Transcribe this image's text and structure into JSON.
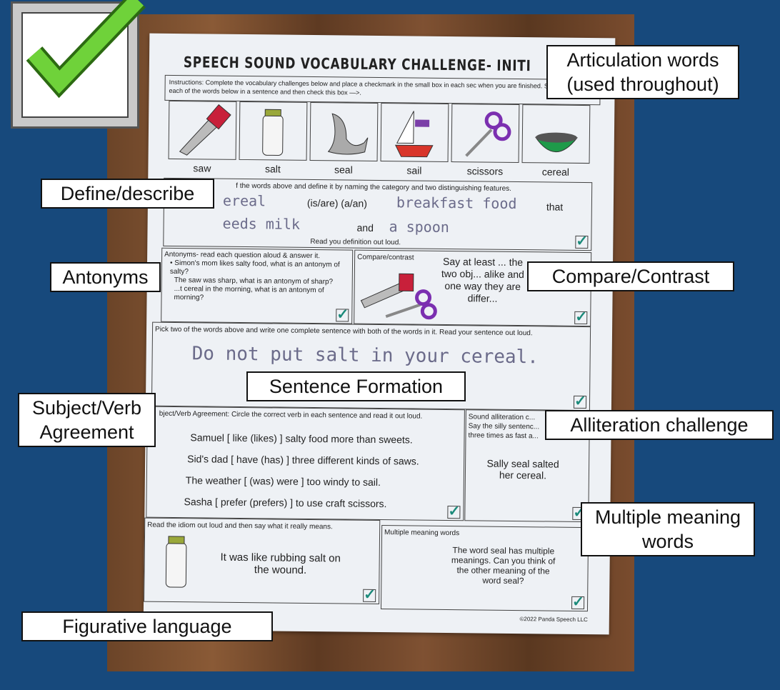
{
  "labels": {
    "articulation": "Articulation words (used throughout)",
    "define": "Define/describe",
    "antonyms": "Antonyms",
    "compare": "Compare/Contrast",
    "sentence": "Sentence Formation",
    "subject_verb": "Subject/Verb Agreement",
    "alliteration": "Alliteration challenge",
    "multiple": "Multiple meaning words",
    "figurative": "Figurative language"
  },
  "worksheet": {
    "title": "SPEECH SOUND VOCABULARY CHALLENGE- INITI",
    "instructions": "Instructions: Complete the vocabulary challenges below and place a checkmark in the small box in each sec when you are finished. Start by saying each of the words below in a sentence and then check this box —>.",
    "words": [
      "saw",
      "salt",
      "seal",
      "sail",
      "scissors",
      "cereal"
    ],
    "define_prompt": "f the words above and define it by naming the category and two distinguishing features.",
    "define_answer1": "ereal",
    "define_isare": "(is/are) (a/an)",
    "define_answer2": "breakfast food",
    "define_that": "that",
    "define_answer3": "eeds milk",
    "define_and": "and",
    "define_answer4": "a spoon",
    "define_read": "Read you definition out loud.",
    "antonyms_title": "Antonyms- read each question aloud & answer it.",
    "antonyms_q": [
      "• Simon's mom likes salty food, what is an antonym of salty?",
      "The saw was sharp, what is an antonym of sharp?",
      "...t cereal in the morning, what is an antonym of morning?"
    ],
    "compare_title": "Compare/contrast",
    "compare_text": "Say at least ... the two obj... alike and one way they are differ...",
    "sentence_prompt": "Pick two of the words above and write one complete sentence with both of the words in it. Read your sentence out loud.",
    "sentence_answer": "Do not put salt in your cereal.",
    "sv_title": "bject/Verb Agreement: Circle the correct verb in each sentence and read it out loud.",
    "sv_sentences": [
      "Samuel [ like (likes) ] salty food more than sweets.",
      "Sid's dad [ have (has) ] three different kinds of saws.",
      "The weather [ (was) were ] too windy to sail.",
      "Sasha [ prefer (prefers) ] to use craft scissors."
    ],
    "allit_title": "Sound alliteration c... Say the silly sentenc... three times as fast a...",
    "allit_text": "Sally seal salted her cereal.",
    "idiom_title": "Read the idiom out loud and then say what it really means.",
    "idiom_text": "It was like rubbing salt on the wound.",
    "mm_title": "Multiple meaning words",
    "mm_text": "The word seal has multiple meanings. Can you think of the other meaning of the word seal?",
    "copyright": "©2022 Panda Speech LLC",
    "checkmark": "✓"
  }
}
